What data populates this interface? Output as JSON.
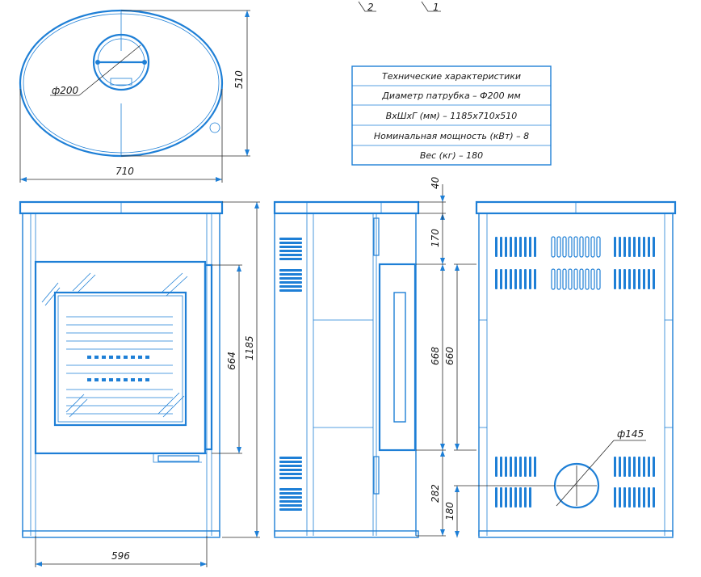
{
  "view_markers": [
    "2",
    "1"
  ],
  "specs": {
    "title": "Технические характеристики",
    "rows": [
      "Диаметр патрубка – Ф200 мм",
      "ВхШхГ (мм) – 1185х710х510",
      "Номинальная мощность (кВт) – 8",
      "Вес (кг) – 180"
    ]
  },
  "top_view": {
    "flue_diameter": "ф200",
    "width": "710",
    "depth": "510"
  },
  "front_view": {
    "width": "596",
    "total_height": "1185",
    "door_height": "664"
  },
  "side_view": {
    "top_height": "40",
    "upper_section": "170",
    "door_section": "668",
    "lower_section": "282"
  },
  "back_view": {
    "panel_height": "660",
    "outlet_diameter": "ф145",
    "outlet_height": "180"
  },
  "colors": {
    "line": "#1e7fd6",
    "dimension": "#2a2a2a"
  }
}
